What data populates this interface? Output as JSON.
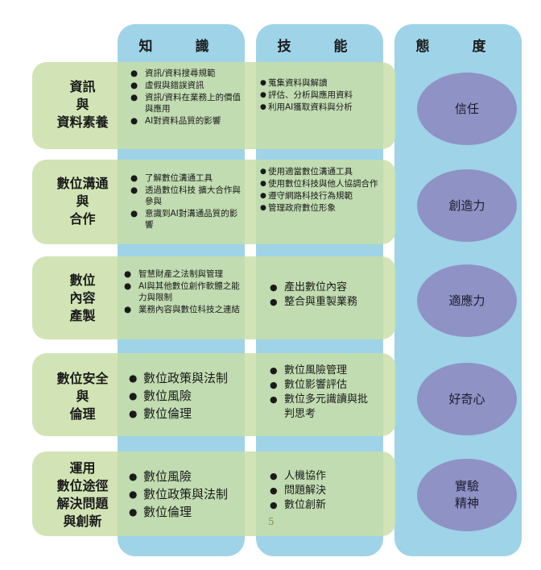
{
  "headers": {
    "knowledge": "知　識",
    "skills": "技　能",
    "attitude": "態　度"
  },
  "rows": [
    {
      "title": [
        "資訊",
        "與",
        "資料素養"
      ],
      "knowledge": [
        "資訊/資料搜尋規範",
        "虛假與錯誤資訊",
        "資訊/資料在業務上的價值與應用",
        "AI對資料品質的影響"
      ],
      "skills": [
        "蒐集資料與解讀",
        "評估、分析與應用資料",
        "利用AI獲取資料與分析"
      ],
      "attitude": [
        "信任"
      ]
    },
    {
      "title": [
        "數位溝通",
        "與",
        "合作"
      ],
      "knowledge": [
        "了解數位溝通工具",
        "透過數位科技 擴大合作與參與",
        "意識到AI對溝通品質的影響"
      ],
      "skills": [
        "使用適當數位溝通工具",
        "使用數位科技與他人協調合作",
        "遵守網路科技行為規範",
        "管理政府數位形象"
      ],
      "attitude": [
        "創造力"
      ]
    },
    {
      "title": [
        "數位",
        "內容",
        "產製"
      ],
      "knowledge": [
        "智慧財產之法制與管理",
        "AI與其他數位創作軟體之能力與限制",
        "業務內容與數位科技之連結"
      ],
      "skills": [
        "產出數位內容",
        "整合與重製業務"
      ],
      "attitude": [
        "適應力"
      ]
    },
    {
      "title": [
        "數位安全",
        "與",
        "倫理"
      ],
      "knowledge": [
        "數位政策與法制",
        "數位風險",
        "數位倫理"
      ],
      "skills": [
        "數位風險管理",
        "數位影響評估",
        "數位多元識讀與批判思考"
      ],
      "attitude": [
        "好奇心"
      ]
    },
    {
      "title": [
        "運用",
        "數位途徑",
        "解決問題",
        "與創新"
      ],
      "knowledge": [
        "數位風險",
        "數位政策與法制",
        "數位倫理"
      ],
      "skills": [
        "人機協作",
        "問題解決",
        "數位創新"
      ],
      "attitude": [
        "實驗",
        "精神"
      ]
    }
  ],
  "page_number": "5",
  "colors": {
    "column": "#9ed3e8",
    "band": "#c8dea5",
    "ellipse": "#8f92c4"
  }
}
